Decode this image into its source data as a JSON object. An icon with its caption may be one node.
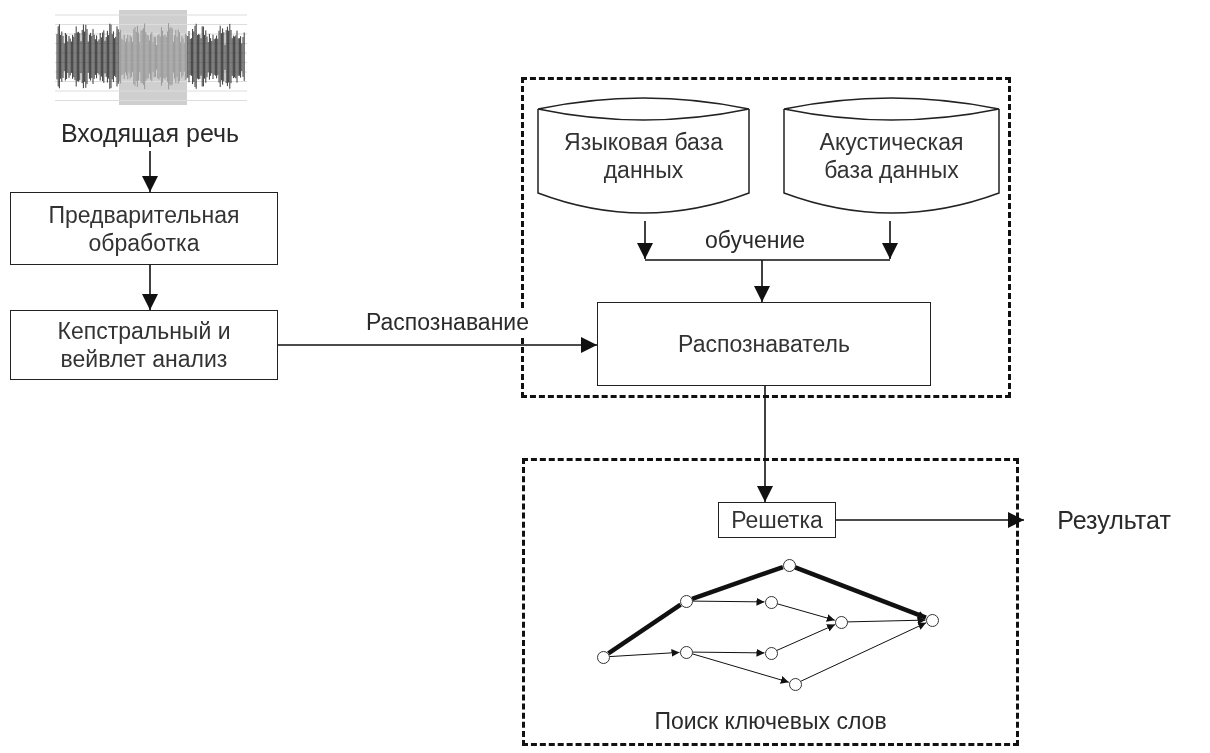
{
  "diagram": {
    "nodes": [
      {
        "text": [
          "Входящая речь"
        ]
      },
      {
        "text": [
          "Предварительная обработка"
        ]
      },
      {
        "text": [
          "Кепстральный и вейвлет анализ"
        ]
      },
      {
        "text": [],
        "shape": "box"
      },
      {
        "text": [
          "Языковая база данных"
        ],
        "in": 3
      },
      {
        "text": [
          "Акустическая база данных"
        ],
        "in": 3
      },
      {
        "text": [
          "Распознаватель"
        ],
        "in": 3
      },
      {
        "text": [
          "Поиск ключевых слов"
        ]
      },
      {
        "text": [
          "Решетка"
        ],
        "in": 7
      },
      {
        "text": [
          "Результат"
        ]
      },
      {
        "text": [],
        "shape": "circle",
        "in": 7
      },
      {
        "text": [],
        "shape": "circle",
        "in": 7
      },
      {
        "text": [],
        "shape": "circle",
        "in": 7
      },
      {
        "text": [],
        "shape": "circle",
        "in": 7
      },
      {
        "text": [],
        "shape": "circle",
        "in": 7
      },
      {
        "text": [],
        "shape": "circle",
        "in": 7
      },
      {
        "text": [],
        "shape": "circle",
        "in": 7
      },
      {
        "text": [],
        "shape": "circle",
        "in": 7
      },
      {
        "text": [],
        "shape": "circle",
        "in": 7
      }
    ],
    "edges": [
      {
        "from": 0,
        "to": 1,
        "arrow": "to"
      },
      {
        "from": 1,
        "to": 2,
        "arrow": "to"
      },
      {
        "from": 2,
        "to": 6,
        "arrow": "to",
        "label": "Распознавание"
      },
      {
        "from": 4,
        "to": 6,
        "arrow": "to"
      },
      {
        "from": 5,
        "to": 6,
        "arrow": "to"
      },
      {
        "from": 6,
        "to": 8,
        "arrow": "to"
      },
      {
        "from": 8,
        "to": 9,
        "arrow": "to"
      },
      {
        "from": 10,
        "to": 11,
        "arrow": "none",
        "style": "thick"
      },
      {
        "from": 11,
        "to": 15,
        "arrow": "none",
        "style": "thick"
      },
      {
        "from": 15,
        "to": 18,
        "arrow": "to",
        "style": "thick"
      },
      {
        "from": 11,
        "to": 13,
        "arrow": "to"
      },
      {
        "from": 13,
        "to": 17,
        "arrow": "to"
      },
      {
        "from": 17,
        "to": 18,
        "arrow": "to"
      },
      {
        "from": 10,
        "to": 12,
        "arrow": "to"
      },
      {
        "from": 12,
        "to": 14,
        "arrow": "to"
      },
      {
        "from": 14,
        "to": 17,
        "arrow": "to"
      },
      {
        "from": 12,
        "to": 16,
        "arrow": "to"
      },
      {
        "from": 16,
        "to": 18,
        "arrow": "to"
      }
    ],
    "labels": [
      "обучение"
    ]
  }
}
